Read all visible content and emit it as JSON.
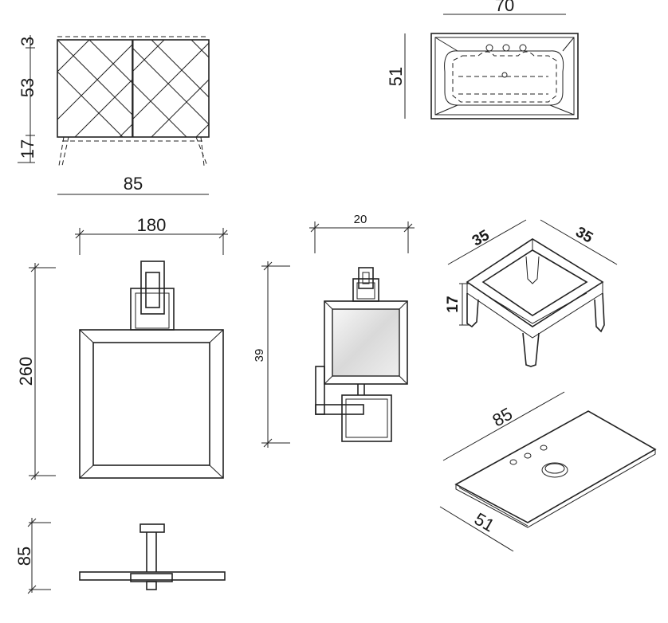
{
  "dimensions": {
    "cabinet_top": "3",
    "cabinet_body": "53",
    "cabinet_legs": "17",
    "cabinet_width": "85",
    "sink_width": "70",
    "sink_depth": "51",
    "mirror_width": "180",
    "mirror_height": "260",
    "mirror_depth": "85",
    "small_mirror_width": "20",
    "small_mirror_height": "39",
    "stand_width_a": "35",
    "stand_width_b": "35",
    "stand_height": "17",
    "slab_length": "85",
    "slab_depth": "51"
  },
  "colors": {
    "line": "#222222",
    "background": "#ffffff"
  }
}
